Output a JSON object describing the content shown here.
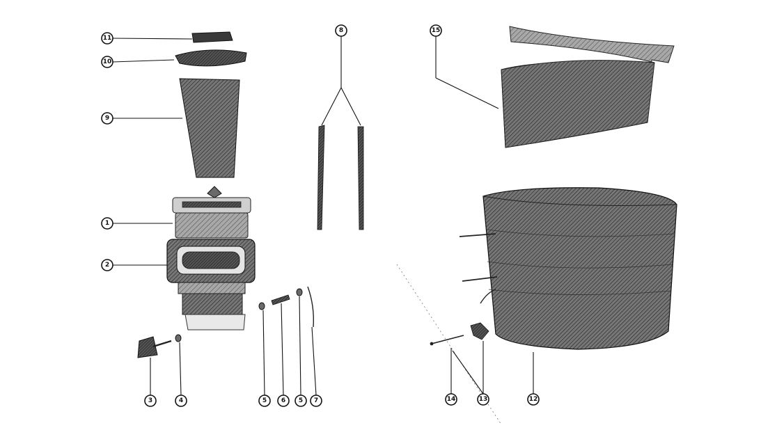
{
  "callouts": {
    "c1": "1",
    "c2": "2",
    "c3": "3",
    "c4": "4",
    "c5a": "5",
    "c6": "6",
    "c5b": "5",
    "c7": "7",
    "c8": "8",
    "c9": "9",
    "c10": "10",
    "c11": "11",
    "c12": "12",
    "c13": "13",
    "c14": "14",
    "c15": "15"
  }
}
